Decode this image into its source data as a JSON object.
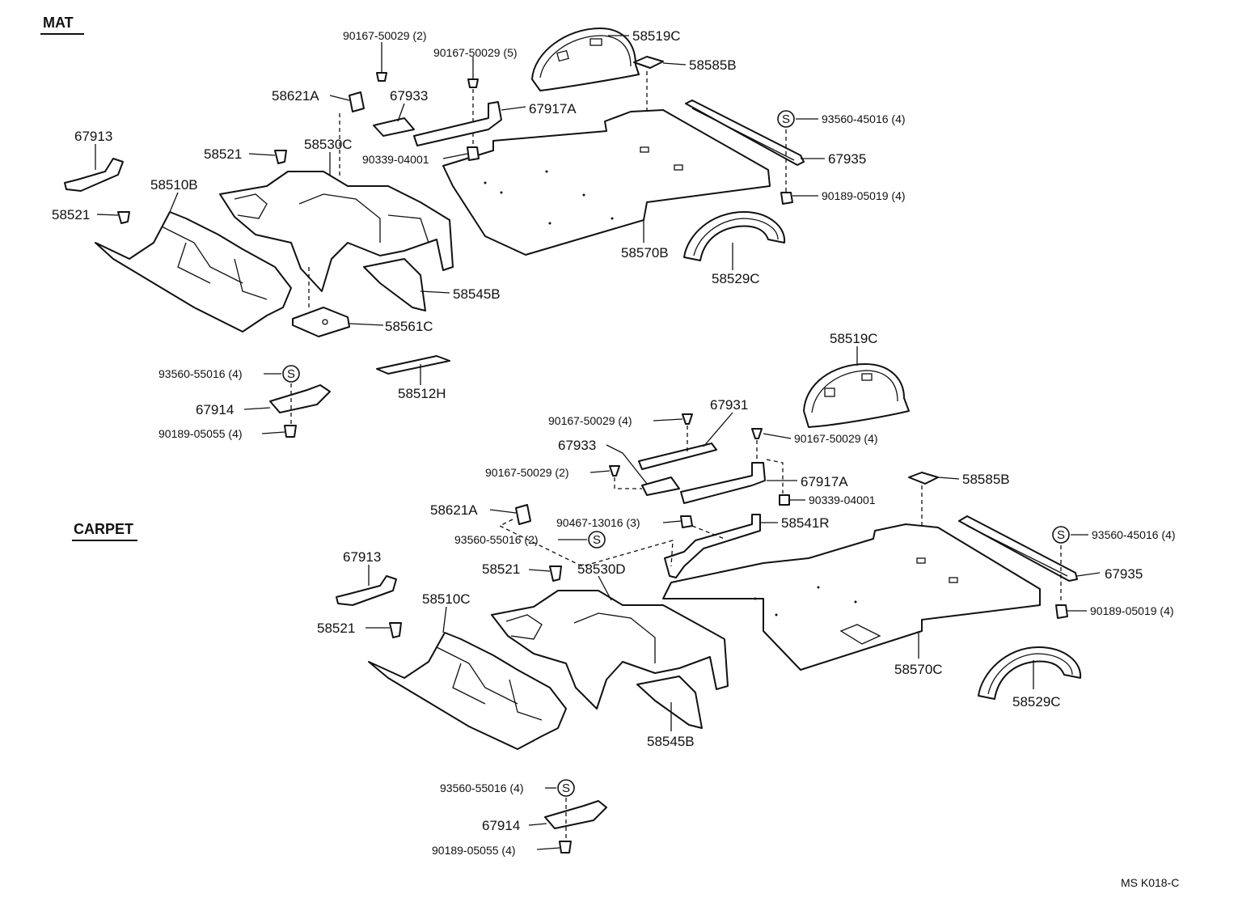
{
  "sections": {
    "mat": "MAT",
    "carpet": "CARPET"
  },
  "code": "MS  K018-C",
  "s_symbol": "S",
  "mat_labels": {
    "p58519c": "58519C",
    "p58585b": "58585B",
    "p90167a": "90167-50029 (2)",
    "p90167b": "90167-50029 (5)",
    "p58621a": "58621A",
    "p67933": "67933",
    "p67917a": "67917A",
    "p67913": "67913",
    "p58521a": "58521",
    "p58530c": "58530C",
    "p90339": "90339-04001",
    "p93560_45016": "93560-45016 (4)",
    "p67935": "67935",
    "p90189_05019": "90189-05019 (4)",
    "p58510b": "58510B",
    "p58521b": "58521",
    "p58570b": "58570B",
    "p58529c": "58529C",
    "p58545b": "58545B",
    "p58561c": "58561C",
    "p93560_55016": "93560-55016 (4)",
    "p67914": "67914",
    "p90189_05055": "90189-05055 (4)",
    "p58512h": "58512H"
  },
  "carpet_labels": {
    "p58519c": "58519C",
    "p90167a": "90167-50029 (4)",
    "p67931": "67931",
    "p90167b": "90167-50029 (4)",
    "p67933": "67933",
    "p90167c": "90167-50029 (2)",
    "p67917a": "67917A",
    "p90339": "90339-04001",
    "p58585b": "58585B",
    "p58621a": "58621A",
    "p90467": "90467-13016 (3)",
    "p58541r": "58541R",
    "p93560_55016a": "93560-55016 (2)",
    "p93560_45016": "93560-45016 (4)",
    "p67935": "67935",
    "p67913": "67913",
    "p58521a": "58521",
    "p58530d": "58530D",
    "p58510c": "58510C",
    "p58521b": "58521",
    "p90189_05019": "90189-05019 (4)",
    "p58570c": "58570C",
    "p58529c": "58529C",
    "p58545b": "58545B",
    "p93560_55016b": "93560-55016 (4)",
    "p67914": "67914",
    "p90189_05055": "90189-05055 (4)"
  }
}
